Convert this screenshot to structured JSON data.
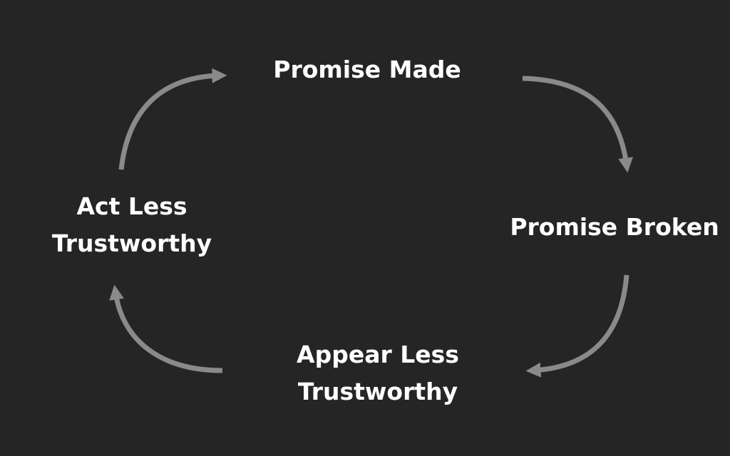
{
  "nodes": {
    "top": {
      "lines": [
        "Promise Made"
      ]
    },
    "right": {
      "lines": [
        "Promise Broken"
      ]
    },
    "bottom": {
      "lines": [
        "Appear Less",
        "Trustworthy"
      ]
    },
    "left": {
      "lines": [
        "Act Less",
        "Trustworthy"
      ]
    }
  },
  "colors": {
    "background": "#252525",
    "text": "#ffffff",
    "arrow": "#8a8a8a"
  }
}
